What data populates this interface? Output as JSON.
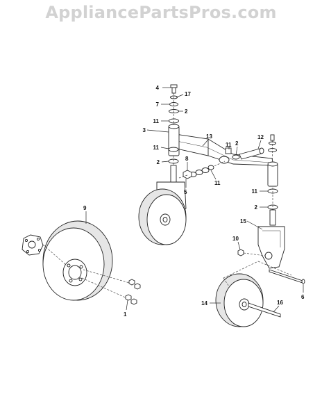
{
  "watermark": "AppliancePartsPros.com",
  "callouts": [
    {
      "id": "c4",
      "text": "4"
    },
    {
      "id": "c17",
      "text": "17"
    },
    {
      "id": "c7",
      "text": "7"
    },
    {
      "id": "c2a",
      "text": "2"
    },
    {
      "id": "c11a",
      "text": "11"
    },
    {
      "id": "c3",
      "text": "3"
    },
    {
      "id": "c13",
      "text": "13"
    },
    {
      "id": "c11b",
      "text": "11"
    },
    {
      "id": "c2b",
      "text": "2"
    },
    {
      "id": "c12",
      "text": "12"
    },
    {
      "id": "c11c",
      "text": "11"
    },
    {
      "id": "c2c",
      "text": "2"
    },
    {
      "id": "c8",
      "text": "8"
    },
    {
      "id": "c5",
      "text": "5"
    },
    {
      "id": "c11d",
      "text": "11"
    },
    {
      "id": "c11e",
      "text": "11"
    },
    {
      "id": "c2d",
      "text": "2"
    },
    {
      "id": "c9",
      "text": "9"
    },
    {
      "id": "c15",
      "text": "15"
    },
    {
      "id": "c10",
      "text": "10"
    },
    {
      "id": "c6",
      "text": "6"
    },
    {
      "id": "c14",
      "text": "14"
    },
    {
      "id": "c16",
      "text": "16"
    },
    {
      "id": "c1",
      "text": "1"
    }
  ]
}
